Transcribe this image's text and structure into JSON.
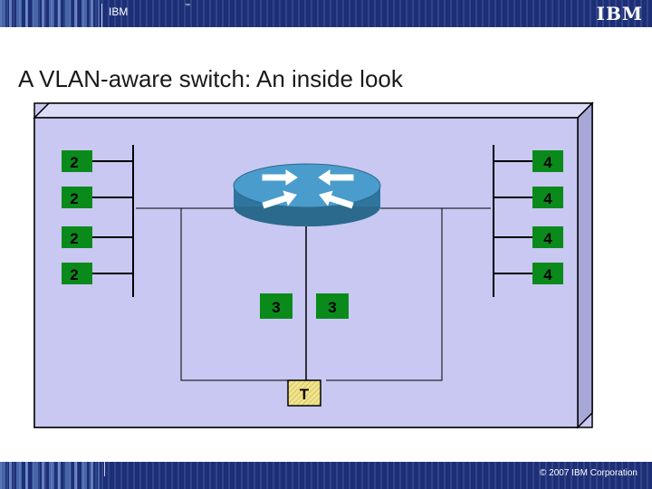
{
  "header": {
    "brand": "IBM",
    "tm": "™"
  },
  "footer": {
    "copyright": "© 2007 IBM Corporation"
  },
  "slide": {
    "title": "A VLAN-aware switch: An inside look"
  },
  "diagram": {
    "left_ports": [
      "2",
      "2",
      "2",
      "2"
    ],
    "right_ports": [
      "4",
      "4",
      "4",
      "4"
    ],
    "bottom_ports": [
      "3",
      "3"
    ],
    "trunk_port": "T",
    "colors": {
      "port_green": "#0a8a1a",
      "port_text": "#000000",
      "panel": "#c8c8f2",
      "panel_side": "#a8a8d8",
      "router": "#3f8fb8",
      "router_dark": "#2b6a8c",
      "trunk_fill": "#f2e48c"
    }
  }
}
